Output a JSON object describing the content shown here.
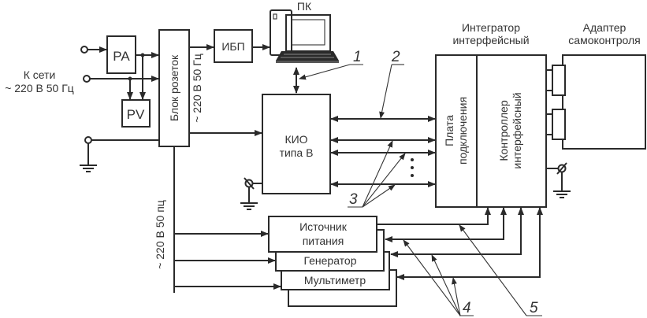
{
  "diagram": {
    "blocks": {
      "pa": "PA",
      "pv": "PV",
      "socket_block": "Блок розеток",
      "ups": "ИБП",
      "pc": "ПК",
      "kio_line1": "КИО",
      "kio_line2": "типа В",
      "integrator_line1": "Интегратор",
      "integrator_line2": "интерфейсный",
      "connection_board_line1": "Плата",
      "connection_board_line2": "подключения",
      "controller_line1": "Контроллер",
      "controller_line2": "интерфейсный",
      "adapter_line1": "Адаптер",
      "adapter_line2": "самоконтроля",
      "power_source_line1": "Источник",
      "power_source_line2": "питания",
      "generator": "Генератор",
      "multimeter": "Мультиметр"
    },
    "labels": {
      "mains_line1": "К сети",
      "mains_line2": "~ 220 В 50 Гц",
      "socket_output": "~ 220 В 50 Гц",
      "power_bus": "~ 220 В 50 пц",
      "ellipsis": "⋮"
    },
    "callouts": [
      "1",
      "2",
      "3",
      "4",
      "5"
    ]
  }
}
